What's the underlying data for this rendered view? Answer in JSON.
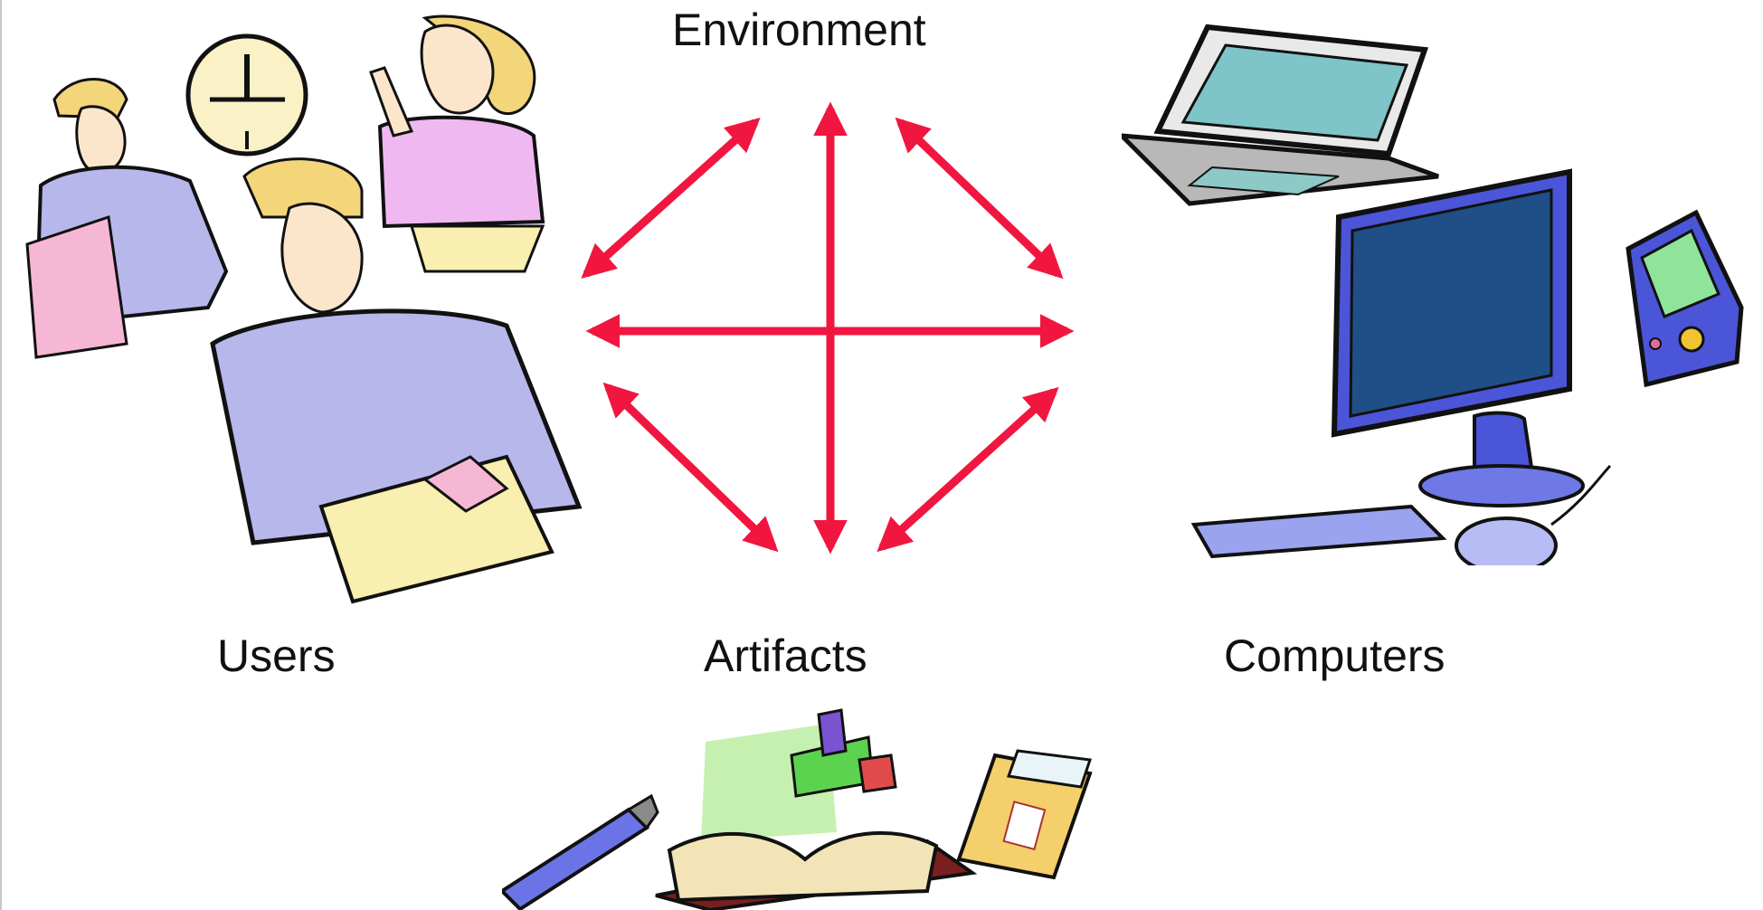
{
  "labels": {
    "environment": "Environment",
    "users": "Users",
    "artifacts": "Artifacts",
    "computers": "Computers"
  },
  "colors": {
    "arrow": "#f0163f",
    "monitor": "#4b55d8",
    "screen": "#1f4f86",
    "laptop_screen": "#7fc4c8",
    "suit": "#b7b7ec",
    "blouse": "#f0b8f0",
    "paper": "#f8efb0",
    "hair": "#f3d57a"
  },
  "icons": [
    "business-people-illustration",
    "wall-clock-icon",
    "laptop-icon",
    "desktop-computer-icon",
    "pda-icon",
    "pen-icon",
    "open-book-desk-icon",
    "envelope-icon"
  ]
}
